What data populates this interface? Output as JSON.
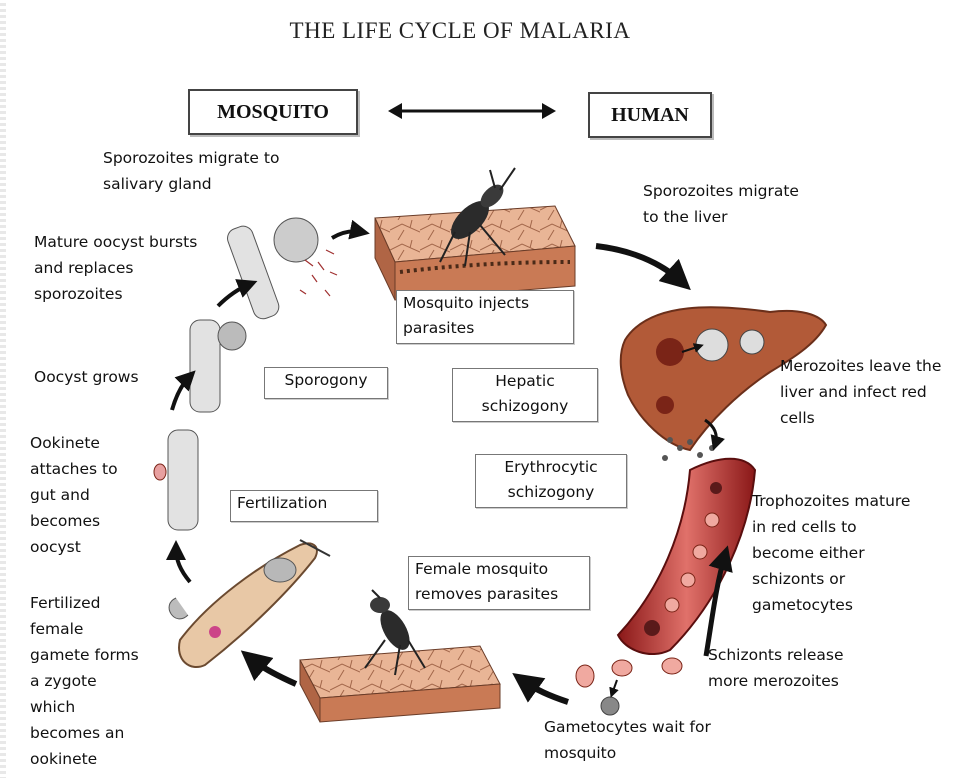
{
  "title": "THE LIFE CYCLE OF MALARIA",
  "headers": {
    "mosquito": "MOSQUITO",
    "human": "HUMAN"
  },
  "labels": {
    "sporozoites_salivary": "Sporozoites migrate to\nsalivary gland",
    "sporozoites_liver": "Sporozoites migrate\nto the liver",
    "oocyst_bursts": "Mature oocyst bursts\nand replaces\nsporozoites",
    "oocyst_grows": "Oocyst grows",
    "ookinete_attaches": "Ookinete\nattaches to\ngut and\nbecomes\noocyst",
    "fertilized_gamete": "Fertilized\nfemale\ngamete forms\na zygote\nwhich\nbecomes an\nookinete",
    "merozoites_leave": "Merozoites leave the\nliver and infect red\ncells",
    "trophozoites": "Trophozoites mature\nin red cells to\nbecome either\nschizonts or\ngametocytes",
    "schizonts_release": "Schizonts release\nmore merozoites",
    "gametocytes_wait": "Gametocytes wait for\nmosquito"
  },
  "boxes": {
    "mosquito_injects": "Mosquito injects\nparasites",
    "sporogony": "Sporogony",
    "hepatic": "Hepatic\nschizogony",
    "erythrocytic": "Erythrocytic\nschizogony",
    "fertilization": "Fertilization",
    "female_mosquito": "Female mosquito\nremoves parasites"
  }
}
